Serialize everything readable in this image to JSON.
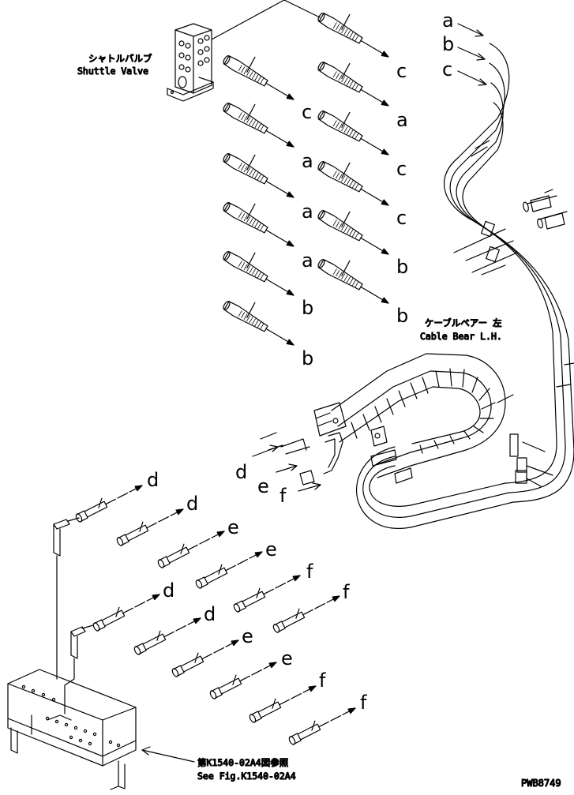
{
  "captions": {
    "shuttle_jp": "シャトルバルブ",
    "shuttle_en": "Shuttle Valve",
    "cable_jp": "ケーブルベアー 左",
    "cable_en": "Cable Bear L.H.",
    "ref_jp": "第K1540-02A4図参照",
    "ref_en": "See Fig.K1540-02A4",
    "drawing_no": "PWB8749"
  },
  "hose_labels": [
    "a",
    "b",
    "c",
    "c",
    "a",
    "c",
    "c",
    "a",
    "c",
    "a",
    "b",
    "a",
    "b",
    "b",
    "b",
    "d",
    "e",
    "f",
    "d",
    "d",
    "e",
    "e",
    "f",
    "f",
    "d",
    "d",
    "e",
    "e",
    "f",
    "f"
  ]
}
